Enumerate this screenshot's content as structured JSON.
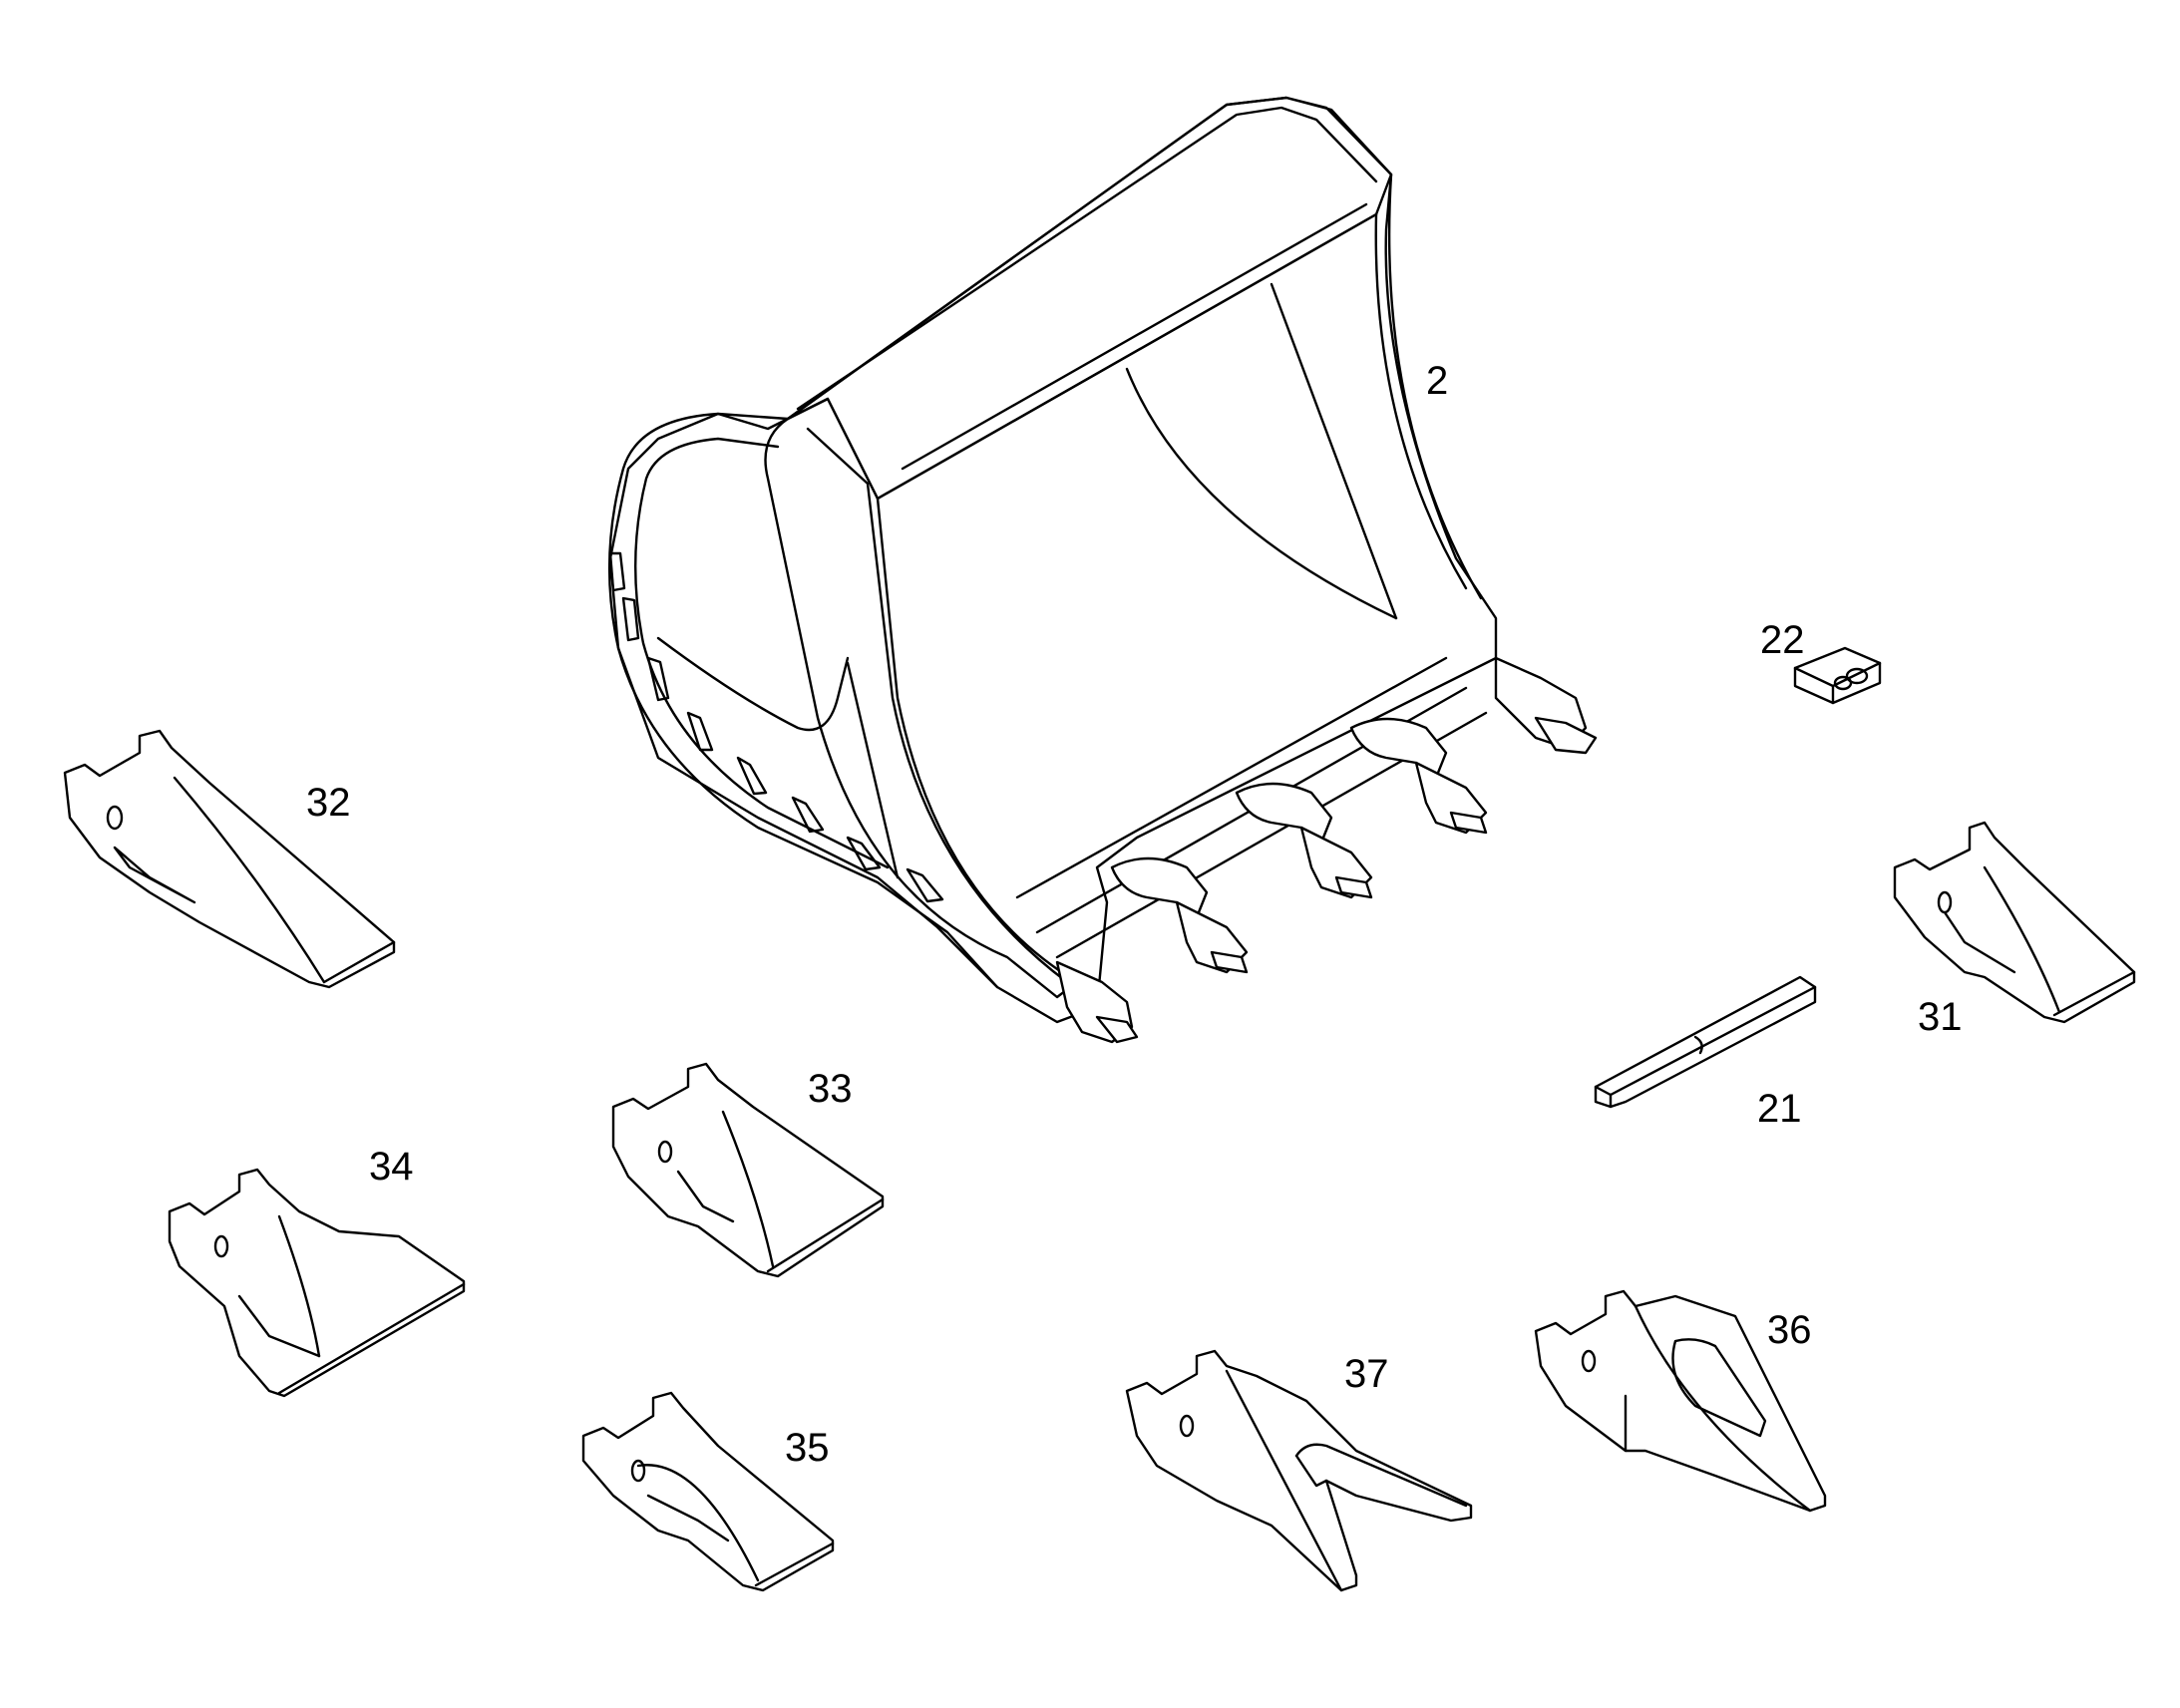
{
  "diagram": {
    "callouts": [
      {
        "id": "2",
        "text": "2"
      },
      {
        "id": "22",
        "text": "22"
      },
      {
        "id": "21",
        "text": "21"
      },
      {
        "id": "31",
        "text": "31"
      },
      {
        "id": "32",
        "text": "32"
      },
      {
        "id": "33",
        "text": "33"
      },
      {
        "id": "34",
        "text": "34"
      },
      {
        "id": "35",
        "text": "35"
      },
      {
        "id": "36",
        "text": "36"
      },
      {
        "id": "37",
        "text": "37"
      }
    ],
    "colors": {
      "line": "#000000",
      "background": "#ffffff"
    }
  }
}
